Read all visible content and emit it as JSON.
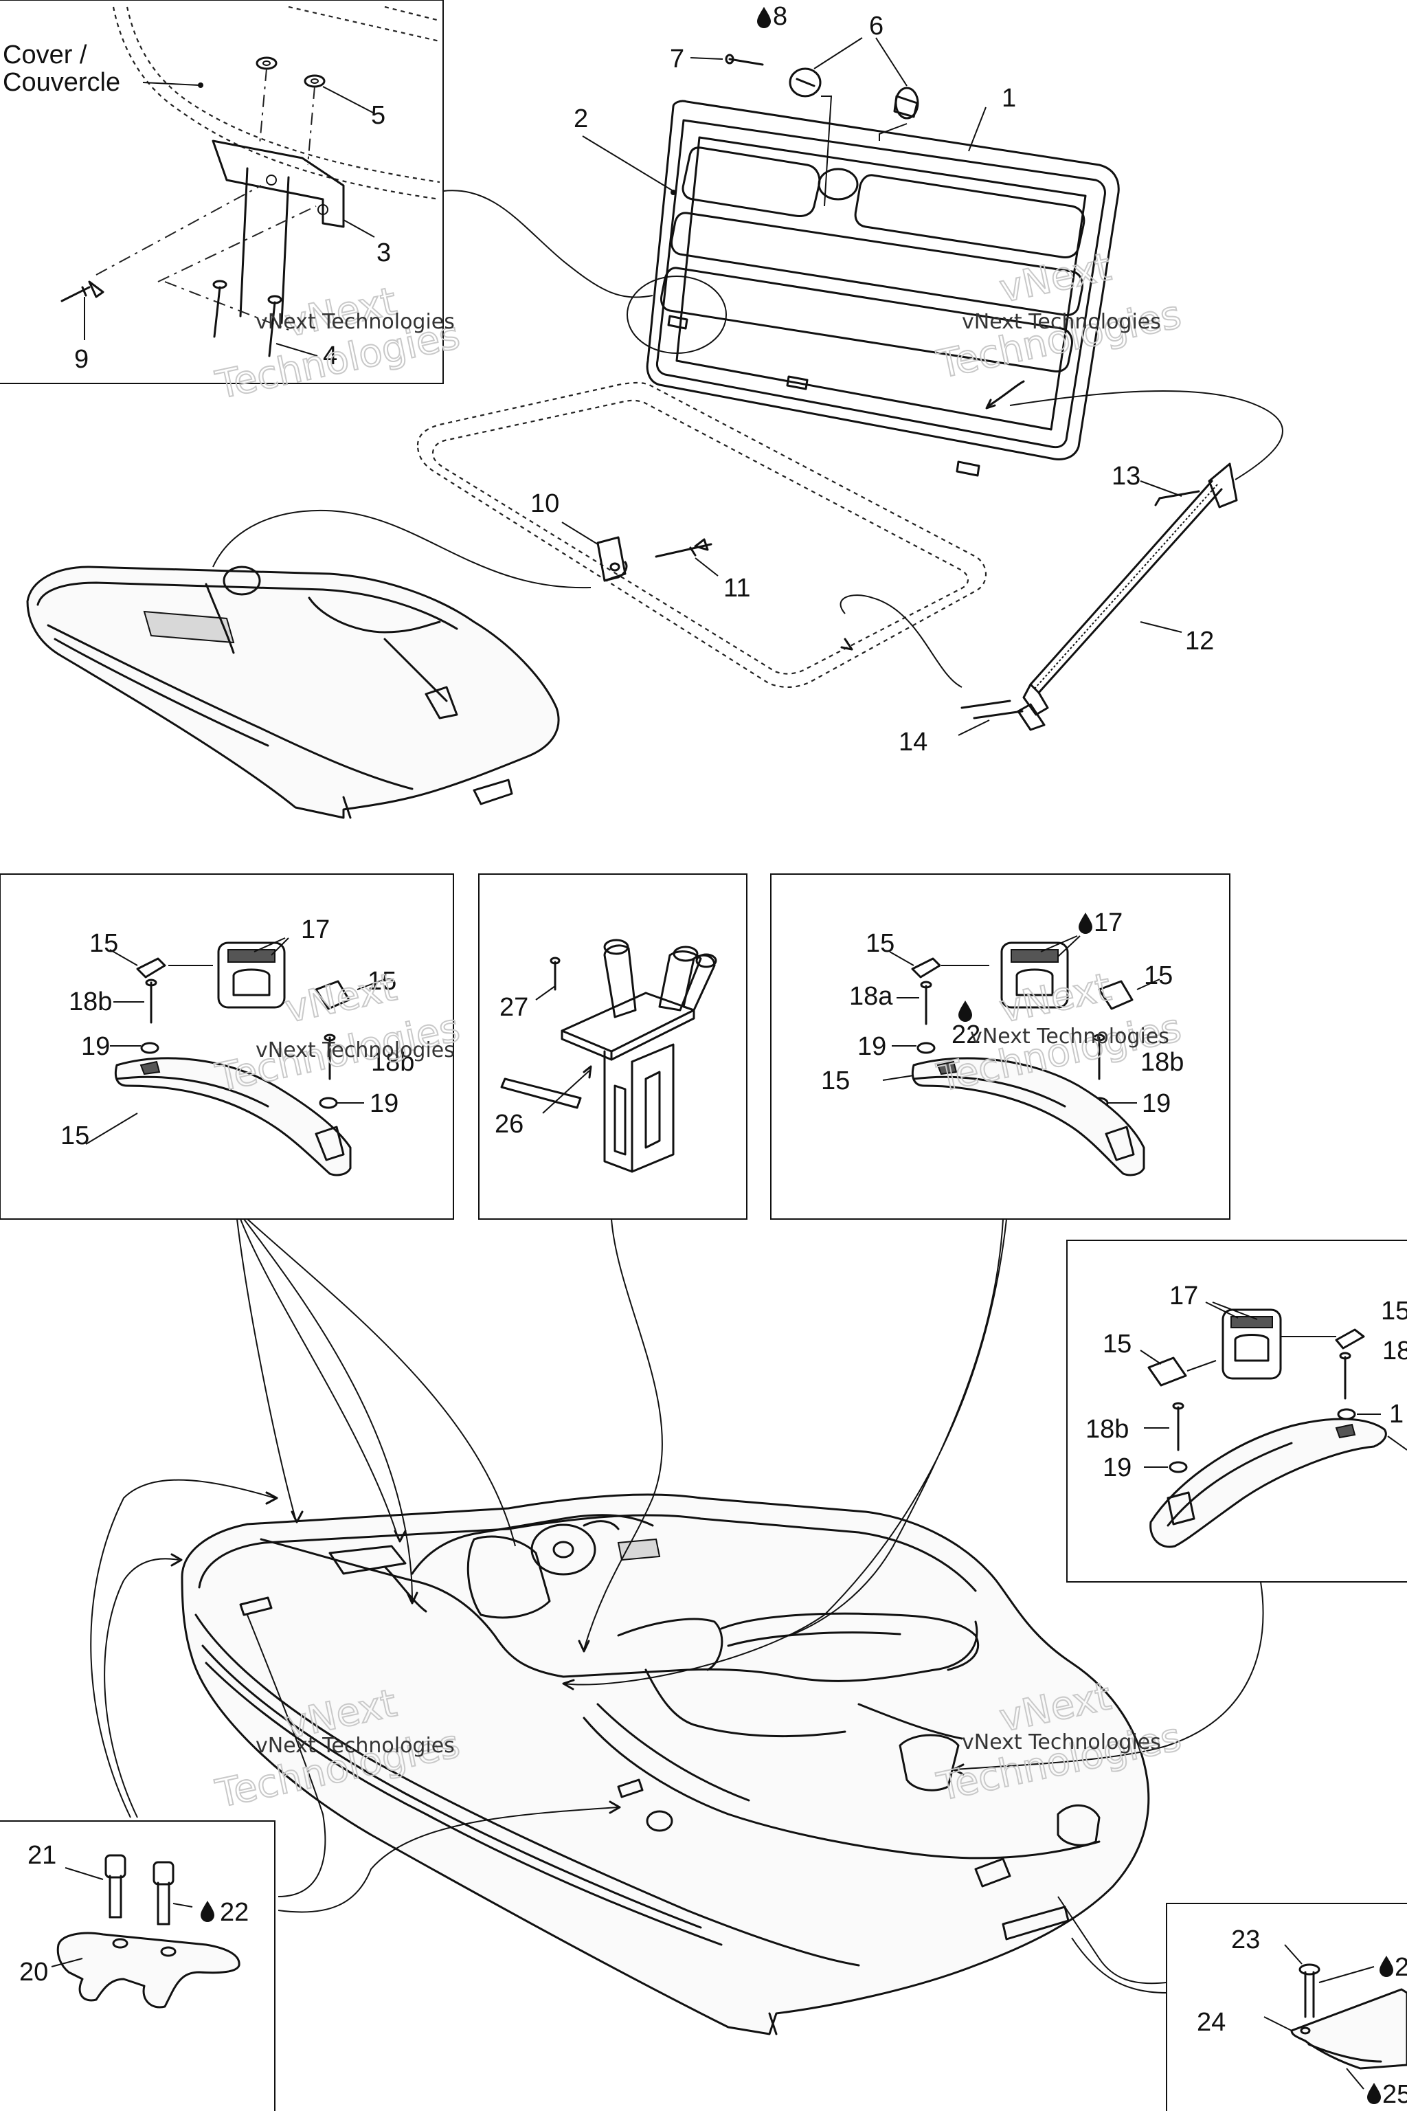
{
  "cover_label": {
    "line1": "Cover /",
    "line2": "Couvercle"
  },
  "watermark": {
    "line1": "vNext Technologies",
    "big1": "vNext",
    "big2": "Technologies"
  },
  "callouts": {
    "c1": "1",
    "c2": "2",
    "c3": "3",
    "c4": "4",
    "c5": "5",
    "c6": "6",
    "c7": "7",
    "c8": "8",
    "c9": "9",
    "c10": "10",
    "c11": "11",
    "c12": "12",
    "c13": "13",
    "c14": "14",
    "p1_15a": "15",
    "p1_15b": "15",
    "p1_15c": "15",
    "p1_17": "17",
    "p1_18b1": "18b",
    "p1_18b2": "18b",
    "p1_19a": "19",
    "p1_19b": "19",
    "p2_27": "27",
    "p2_26": "26",
    "p3_15a": "15",
    "p3_15b": "15",
    "p3_15c": "15",
    "p3_17": "17",
    "p3_18a": "18a",
    "p3_22": "22",
    "p3_18b": "18b",
    "p3_19a": "19",
    "p3_19b": "19",
    "p4_17": "17",
    "p4_15a": "15",
    "p4_15b": "15",
    "p4_18": "18",
    "p4_18b": "18b",
    "p4_19": "19",
    "p4_1": "1",
    "p5_21": "21",
    "p5_22": "22",
    "p5_20": "20",
    "p6_23": "23",
    "p6_24": "24",
    "p6_2": "2",
    "p6_25": "25"
  },
  "icons": [
    "drop-icon"
  ]
}
